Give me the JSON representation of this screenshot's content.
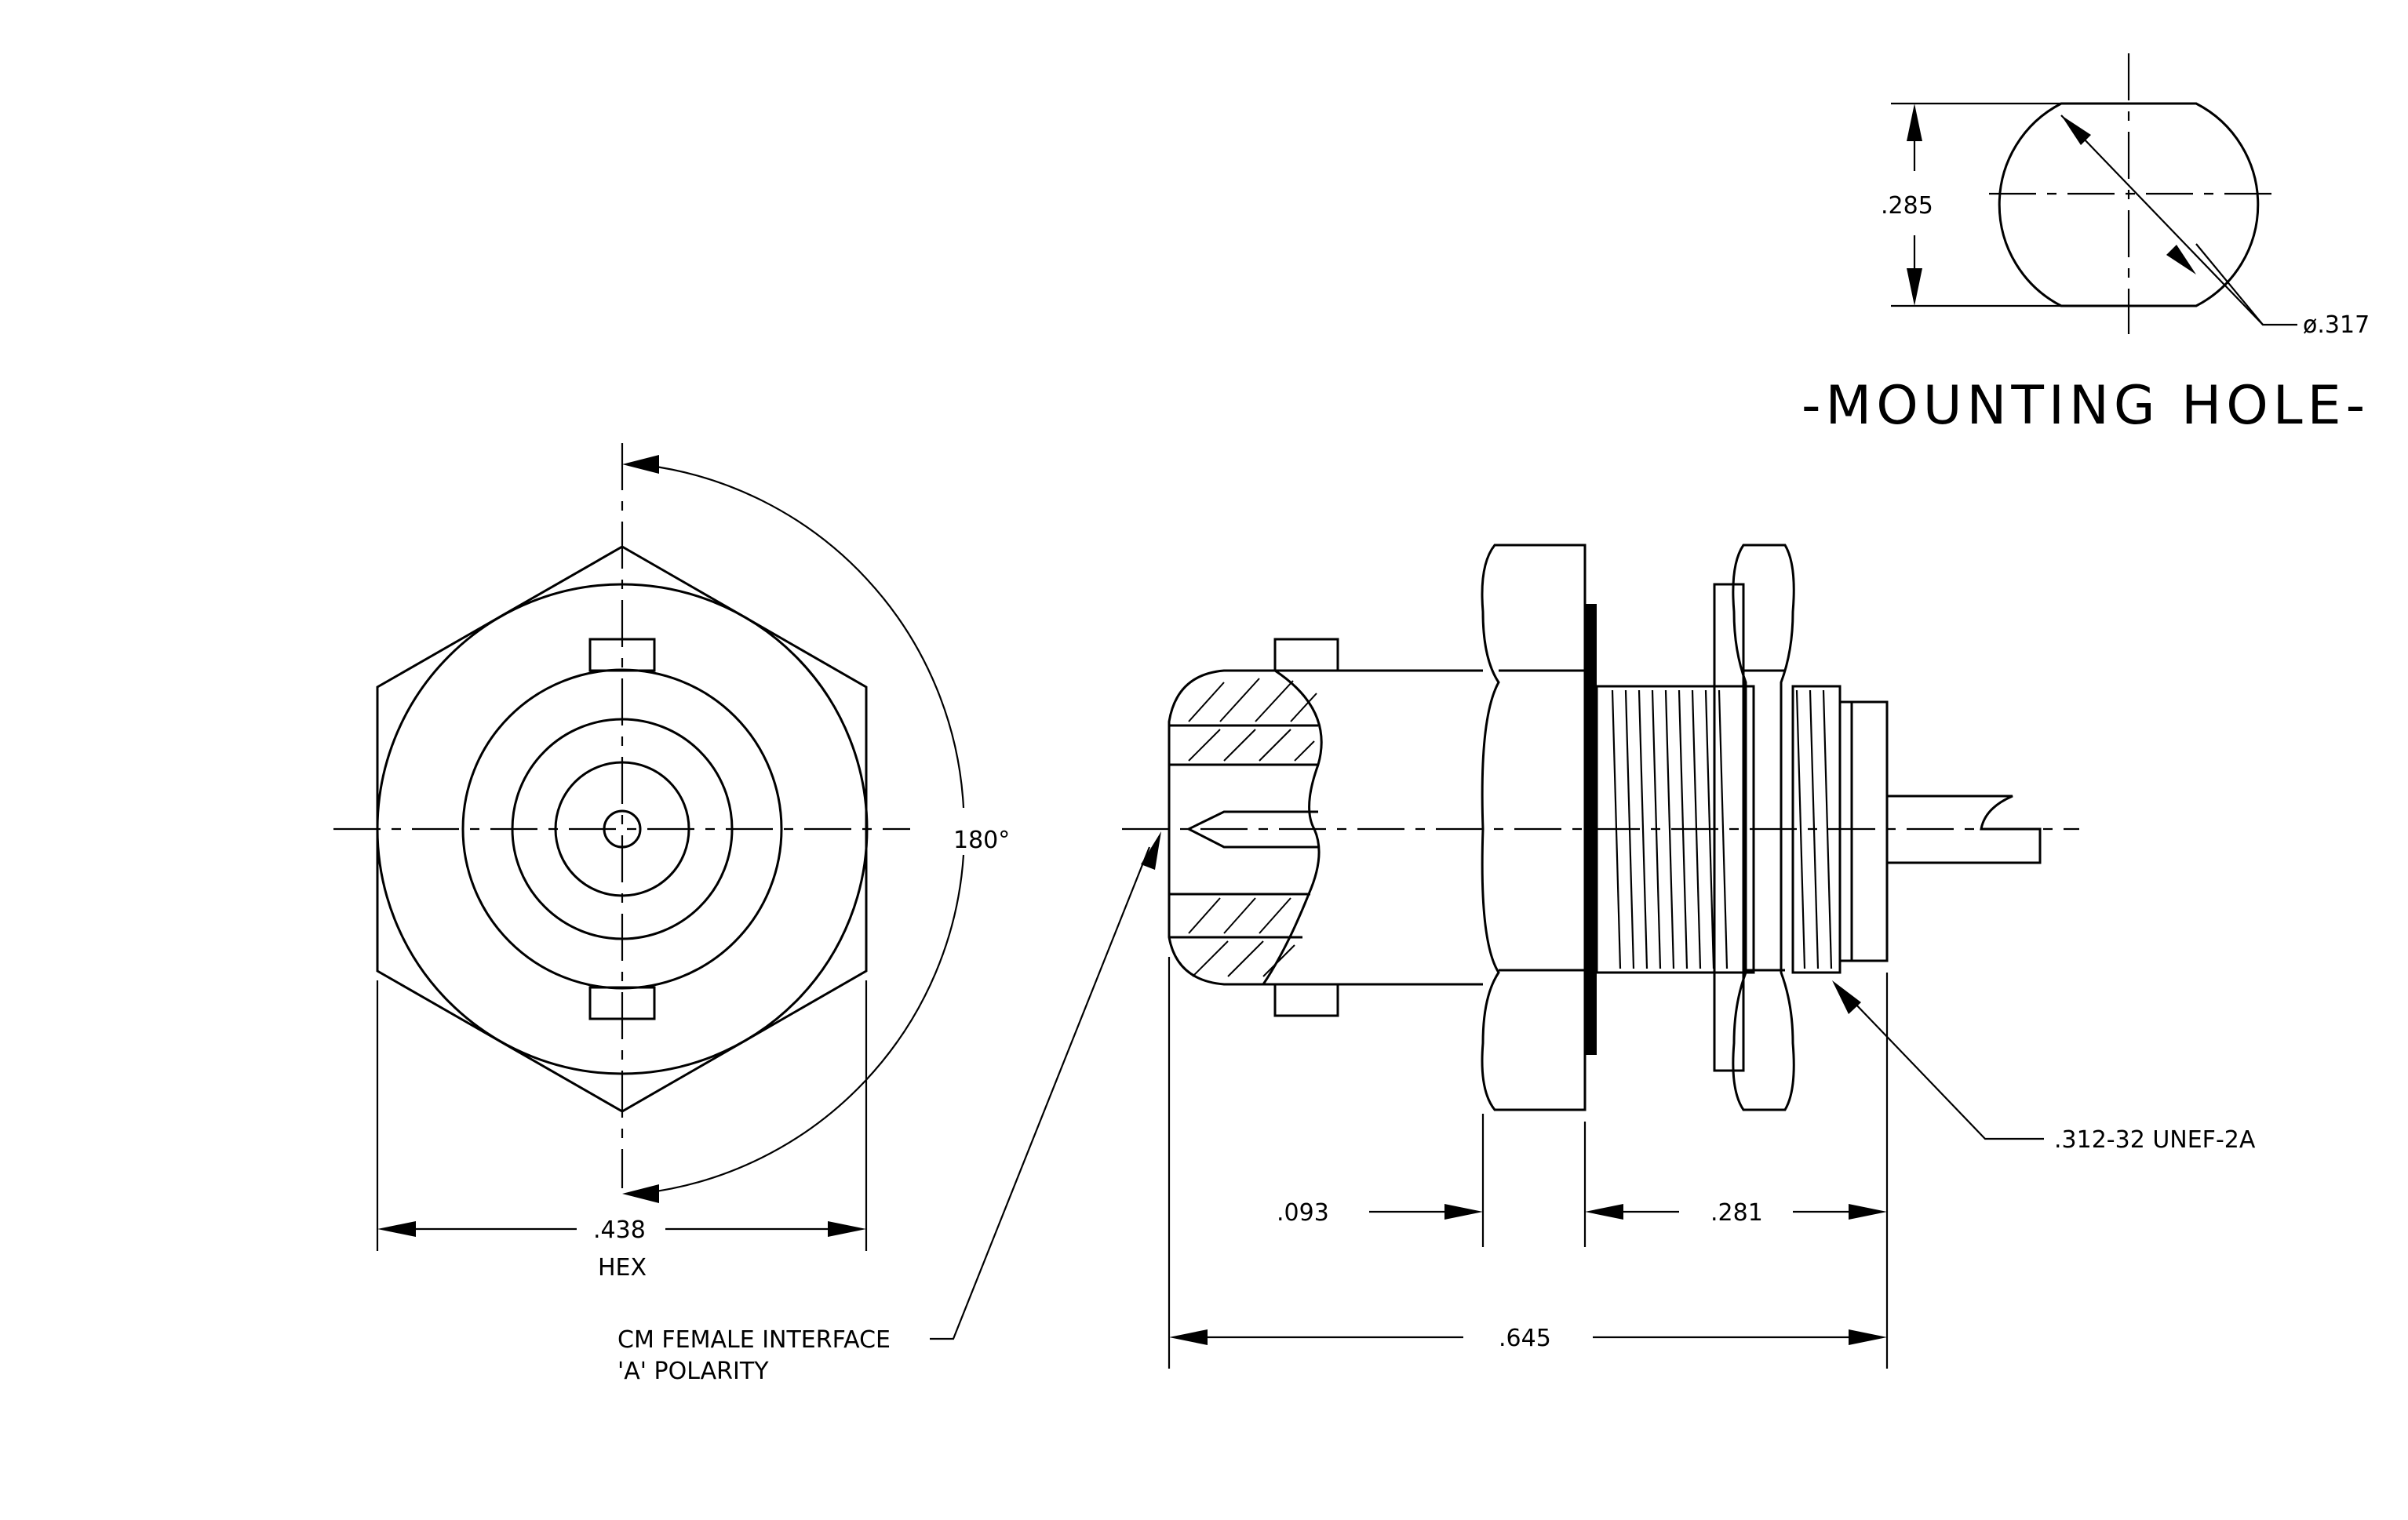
{
  "mounting_hole": {
    "title": "-MOUNTING HOLE-",
    "height_dim": ".285",
    "diameter_dim": "ø.317"
  },
  "front_view": {
    "angle_dim": "180°",
    "hex_dim": ".438",
    "hex_label": "HEX"
  },
  "side_view": {
    "dim_flange": ".093",
    "dim_thread_len": ".281",
    "dim_overall": ".645",
    "thread_callout": ".312-32 UNEF-2A",
    "interface_line1": "CM FEMALE INTERFACE",
    "interface_line2": "'A' POLARITY"
  }
}
